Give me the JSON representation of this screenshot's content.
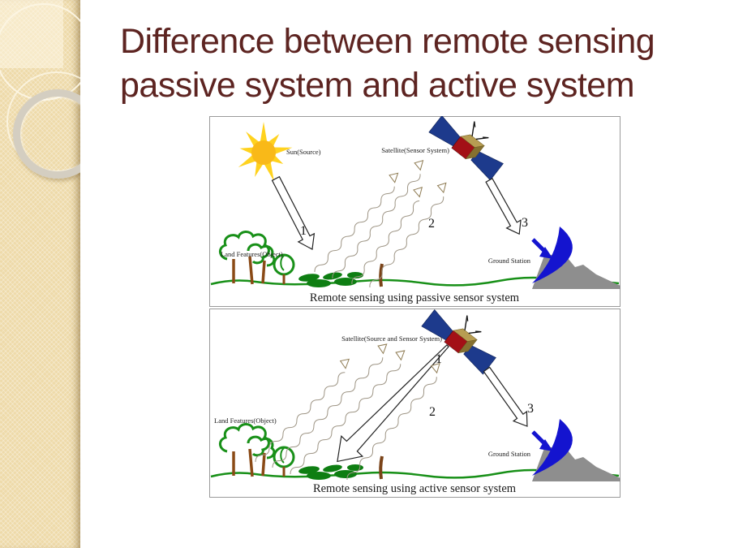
{
  "slide": {
    "title_line1": "Difference between remote sensing",
    "title_line2": "passive system and active system"
  },
  "passive_diagram": {
    "caption": "Remote sensing using passive sensor system",
    "sun_label": "Sun(Source)",
    "satellite_label": "Satellite(Sensor System)",
    "land_label": "Land Features(Object)",
    "station_label": "Ground Station",
    "step1": "1",
    "step2": "2",
    "step3": "3"
  },
  "active_diagram": {
    "caption": "Remote sensing using active sensor system",
    "satellite_label": "Satellite(Source and Sensor System)",
    "land_label": "Land Features(Object)",
    "station_label": "Ground Station",
    "step1": "1",
    "step2": "2",
    "step3": "3"
  },
  "colors": {
    "title": "#5d2421",
    "sidebar": "#eedaa9",
    "satellite_panel_blue": "#1d3a8c",
    "satellite_body_red": "#a31016",
    "satellite_body_top": "#b79d52",
    "dish_blue": "#1414cf",
    "vegetation_green": "#189018",
    "mountain_gray": "#8e8e8e",
    "sun_yellow": "#ffd21e"
  }
}
